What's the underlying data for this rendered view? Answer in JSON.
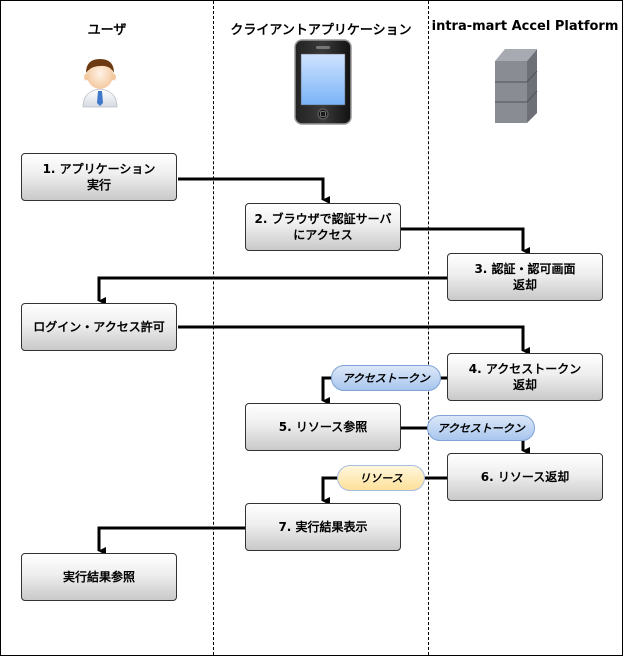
{
  "lanes": [
    {
      "title": "ユーザ",
      "icon": "user-icon"
    },
    {
      "title": "クライアントアプリケーション",
      "icon": "smartphone-icon"
    },
    {
      "title": "intra-mart Accel Platform",
      "icon": "server-icon"
    }
  ],
  "steps": [
    {
      "id": "step1",
      "lane": 0,
      "label": "1. アプリケーション\n実行"
    },
    {
      "id": "step2",
      "lane": 1,
      "label": "2. ブラウザで認証サーバ\nにアクセス"
    },
    {
      "id": "step3",
      "lane": 2,
      "label": "3. 認証・認可画面\n返却"
    },
    {
      "id": "login",
      "lane": 0,
      "label": "ログイン・アクセス許可"
    },
    {
      "id": "step4",
      "lane": 2,
      "label": "4. アクセストークン\n返却"
    },
    {
      "id": "step5",
      "lane": 1,
      "label": "5. リソース参照"
    },
    {
      "id": "step6",
      "lane": 2,
      "label": "6. リソース返却"
    },
    {
      "id": "step7",
      "lane": 1,
      "label": "7. 実行結果表示"
    },
    {
      "id": "result",
      "lane": 0,
      "label": "実行結果参照"
    }
  ],
  "messages": [
    {
      "label": "アクセストークン",
      "color": "blue",
      "from": "step4",
      "to": "step5"
    },
    {
      "label": "アクセストークン",
      "color": "blue",
      "from": "step5",
      "to": "step6"
    },
    {
      "label": "リソース",
      "color": "yellow",
      "from": "step6",
      "to": "step7"
    }
  ],
  "colors": {
    "token_pill": "#a9c6ee",
    "resource_pill": "#fde09a",
    "box_top": "#ffffff",
    "box_bottom": "#c9c9c9"
  }
}
